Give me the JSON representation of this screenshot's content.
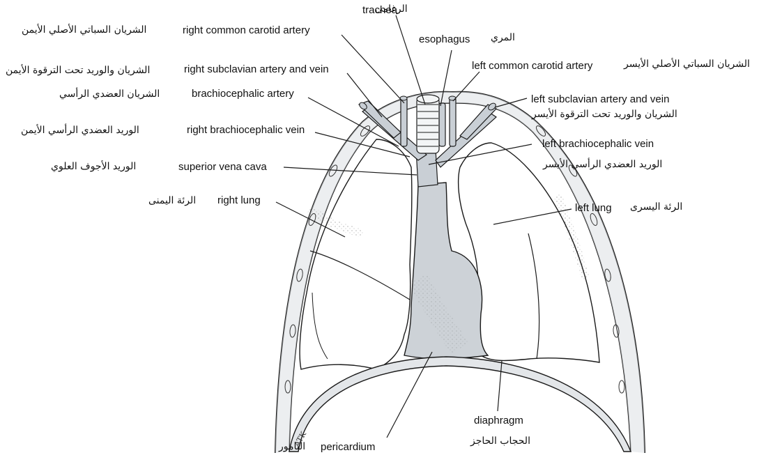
{
  "figure": {
    "labels": [
      {
        "id": "trachea",
        "en": "trachea",
        "ar": "الرغامى"
      },
      {
        "id": "esophagus",
        "en": "esophagus",
        "ar": "المري"
      },
      {
        "id": "right-common-carotid-artery",
        "en": "right common carotid artery",
        "ar": "الشريان السباتي الأصلي الأيمن"
      },
      {
        "id": "left-common-carotid-artery",
        "en": "left common carotid artery",
        "ar": "الشريان السباتي الأصلي الأيسر"
      },
      {
        "id": "right-subclavian-artery-and-vein",
        "en": "right subclavian artery and vein",
        "ar": "الشريان والوريد تحت الترقوة الأيمن"
      },
      {
        "id": "left-subclavian-artery-and-vein",
        "en": "left subclavian artery and vein",
        "ar": "الشريان والوريد تحت الترقوة الأيسر"
      },
      {
        "id": "brachiocephalic-artery",
        "en": "brachiocephalic artery",
        "ar": "الشريان العضدي الرأسي"
      },
      {
        "id": "right-brachiocephalic-vein",
        "en": "right brachiocephalic vein",
        "ar": "الوريد العضدي الرأسي الأيمن"
      },
      {
        "id": "left-brachiocephalic-vein",
        "en": "left brachiocephalic vein",
        "ar": "الوريد العضدي الرأسي الأيسر"
      },
      {
        "id": "superior-vena-cava",
        "en": "superior vena cava",
        "ar": "الوريد الأجوف العلوي"
      },
      {
        "id": "right-lung",
        "en": "right lung",
        "ar": "الرئة اليمنى"
      },
      {
        "id": "left-lung",
        "en": "left lung",
        "ar": "الرئة اليسرى"
      },
      {
        "id": "diaphragm",
        "en": "diaphragm",
        "ar": "الحجاب الحاجز"
      },
      {
        "id": "pericardium",
        "en": "pericardium",
        "ar": "التامور"
      }
    ],
    "colors": {
      "vessel": "#c9cfd5",
      "heart": "#cdd2d7",
      "outline": "#1a1a1a",
      "rib": "#dfe3e6"
    }
  }
}
